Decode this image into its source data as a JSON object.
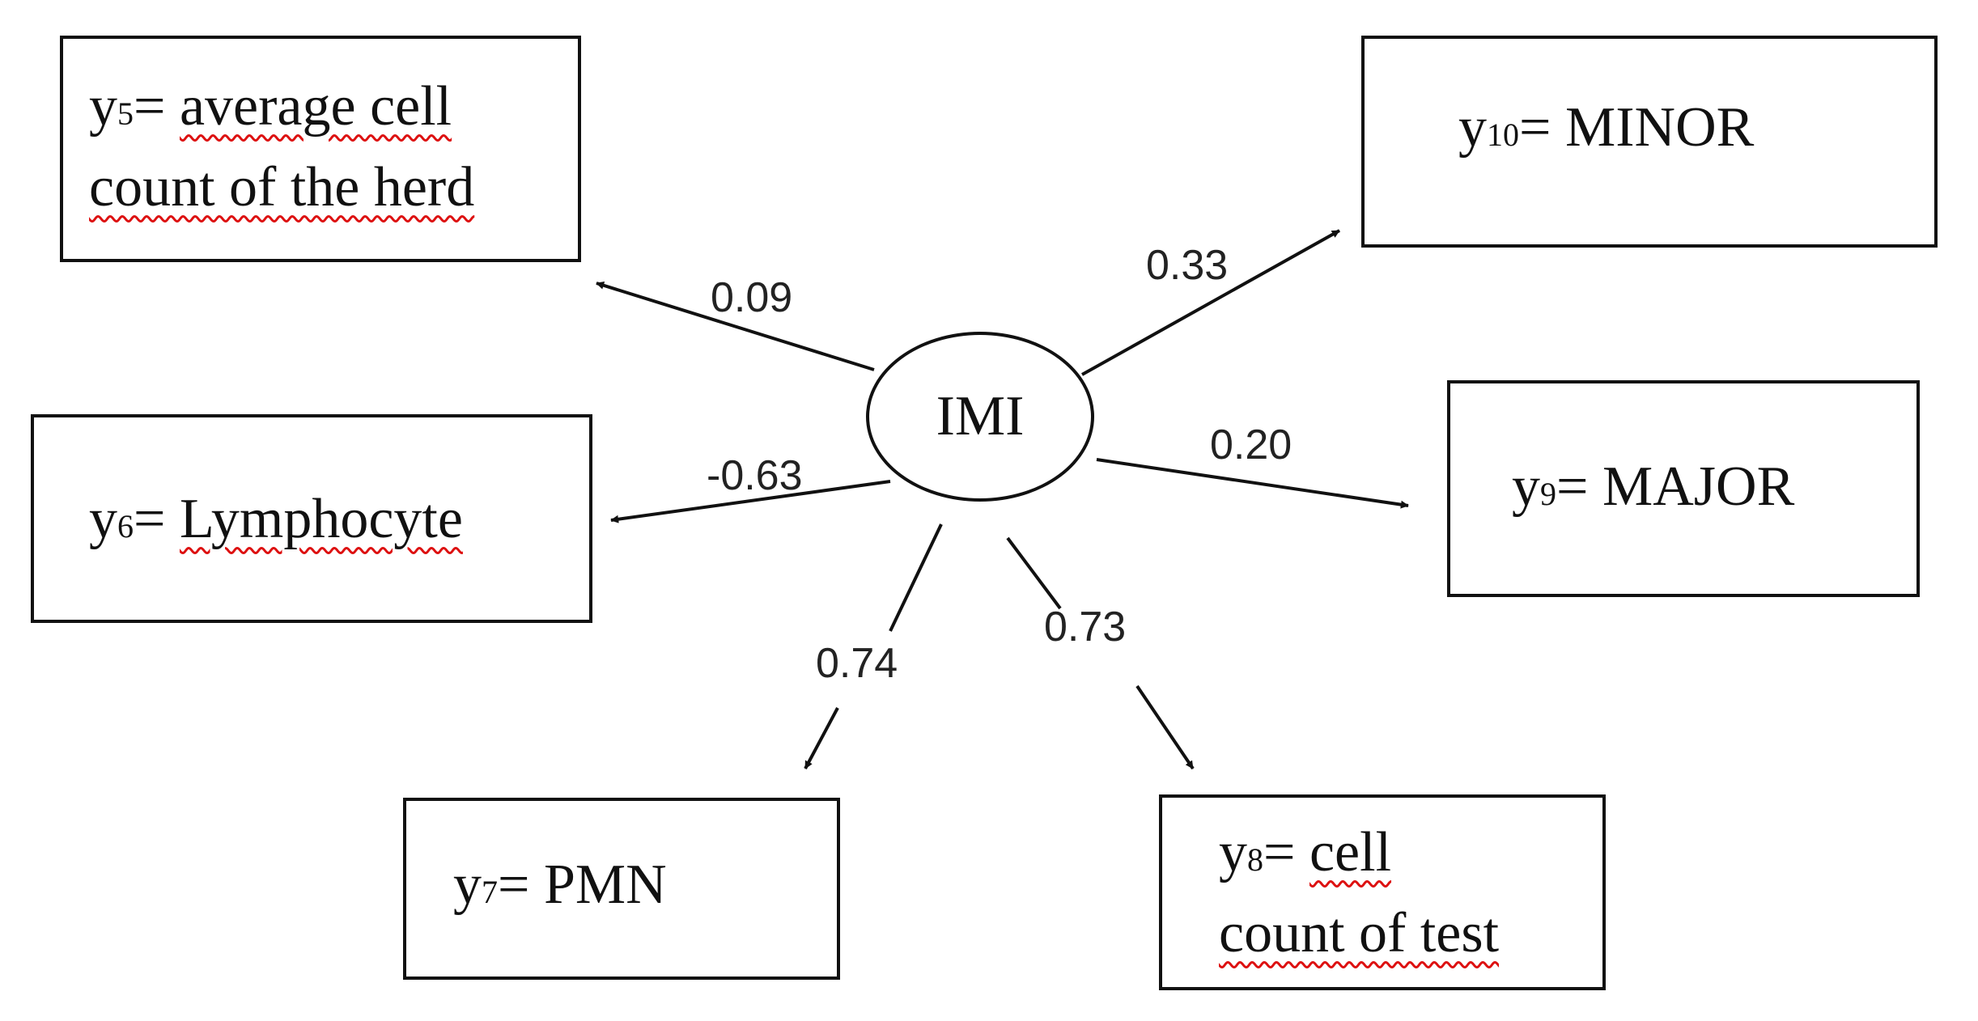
{
  "latent": {
    "label": "IMI"
  },
  "indicators": [
    {
      "id": "y5",
      "var": "y",
      "sub": "5",
      "prefix": "= ",
      "text": "average cell",
      "text2": "count of the herd",
      "weight": "0.09"
    },
    {
      "id": "y6",
      "var": "y",
      "sub": "6",
      "prefix": "= ",
      "text": "Lymphocyte",
      "weight": "-0.63"
    },
    {
      "id": "y7",
      "var": "y",
      "sub": "7",
      "prefix": "= ",
      "text": "PMN",
      "weight": "0.74"
    },
    {
      "id": "y8",
      "var": "y",
      "sub": "8",
      "prefix": "= ",
      "text": "cell",
      "text2": "count of test",
      "weight": "0.73"
    },
    {
      "id": "y9",
      "var": "y",
      "sub": "9",
      "prefix": "= ",
      "text": "MAJOR",
      "weight": "0.20"
    },
    {
      "id": "y10",
      "var": "y",
      "sub": "10",
      "prefix": "= ",
      "text": "MINOR",
      "weight": "0.33"
    }
  ]
}
